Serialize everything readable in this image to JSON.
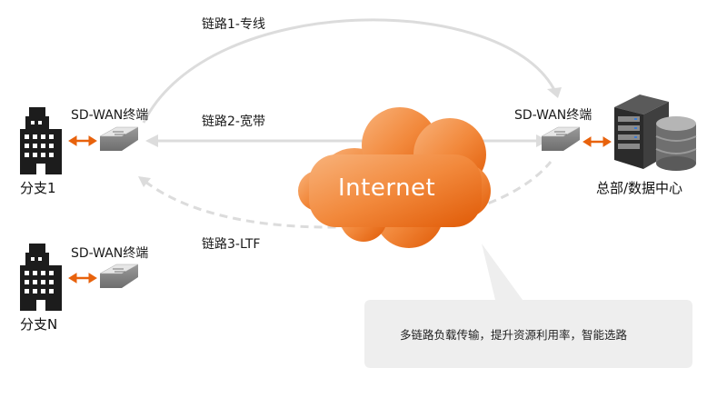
{
  "links": {
    "link1": "链路1-专线",
    "link2": "链路2-宽带",
    "link3": "链路3-LTF"
  },
  "branch1": {
    "name": "分支1",
    "device_label": "SD-WAN终端"
  },
  "branchN": {
    "name": "分支N",
    "device_label": "SD-WAN终端"
  },
  "hq": {
    "name": "总部/数据中心",
    "device_label": "SD-WAN终端"
  },
  "cloud": {
    "label": "Internet"
  },
  "callout": {
    "text": "多链路负载传输，提升资源利用率，智能选路"
  },
  "colors": {
    "link_line": "#dcdcdc",
    "arrow_orange": "#e8620c",
    "cloud_light": "#f6a765",
    "cloud_dark": "#e05a06",
    "callout_bg": "#eeeeee",
    "building": "#1c1c1c"
  },
  "icons": {
    "branch": "building-icon",
    "device": "router-icon",
    "hq": "server-icon"
  }
}
